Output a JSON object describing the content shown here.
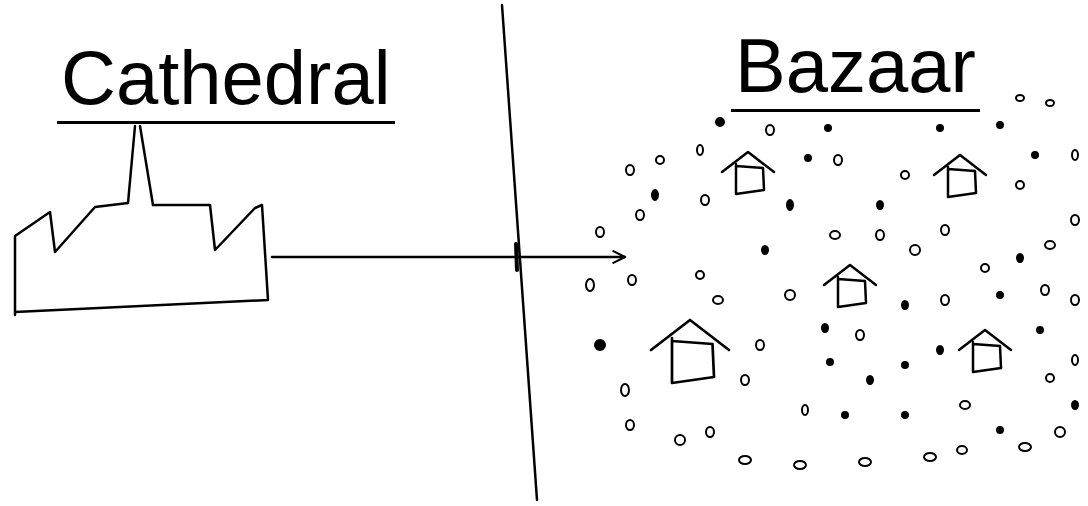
{
  "diagram": {
    "nodes": [
      {
        "text": [
          "Cathedral"
        ]
      },
      {
        "text": [
          "Bazaar"
        ]
      }
    ],
    "edges": [
      {
        "from": 0,
        "to": 1,
        "arrow": "to"
      }
    ]
  }
}
